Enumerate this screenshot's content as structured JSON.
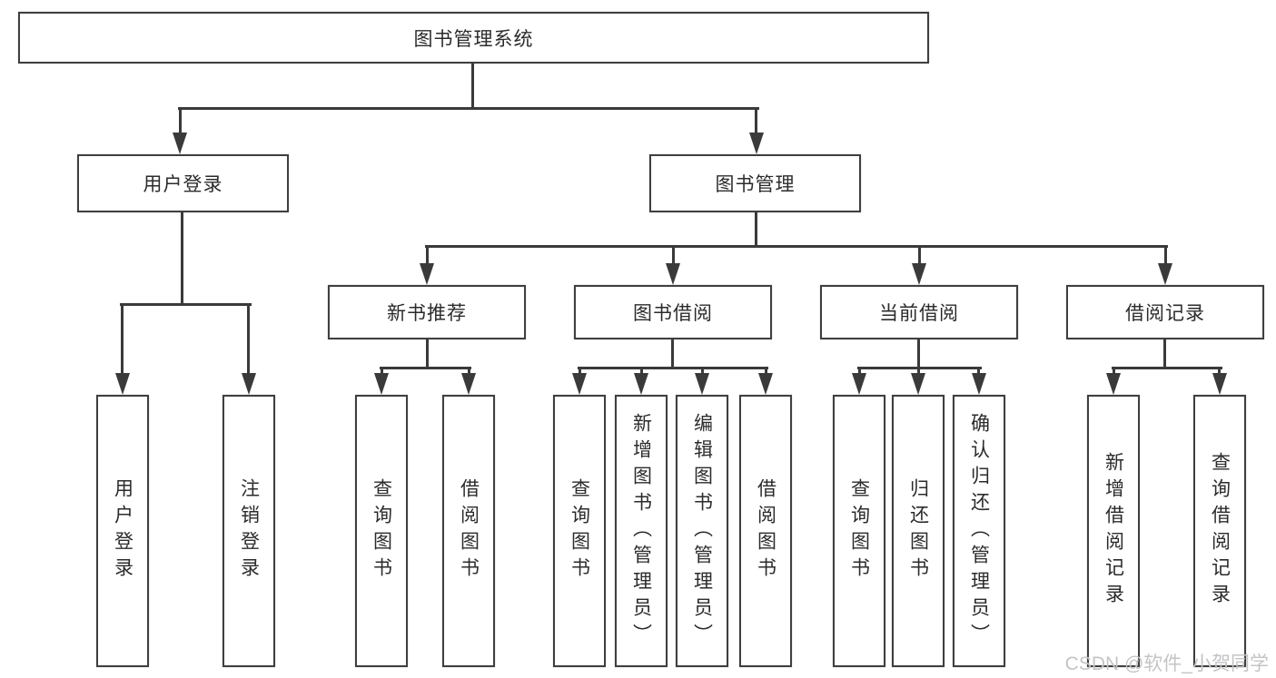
{
  "diagram_type": "function-structure-tree",
  "colors": {
    "line": "#3a3a3a",
    "box_border": "#3f3f3f",
    "text": "#2b2b2b",
    "watermark": "#c4c4c7",
    "background": "#ffffff"
  },
  "tree": {
    "root": {
      "label": "图书管理系统"
    },
    "branches": [
      {
        "label": "用户登录",
        "children": [
          {
            "label": "用户登录"
          },
          {
            "label": "注销登录"
          }
        ]
      },
      {
        "label": "图书管理",
        "children": [
          {
            "label": "新书推荐",
            "children": [
              {
                "label": "查询图书"
              },
              {
                "label": "借阅图书"
              }
            ]
          },
          {
            "label": "图书借阅",
            "children": [
              {
                "label": "查询图书"
              },
              {
                "label": "新增图书（管理员）"
              },
              {
                "label": "编辑图书（管理员）"
              },
              {
                "label": "借阅图书"
              }
            ]
          },
          {
            "label": "当前借阅",
            "children": [
              {
                "label": "查询图书"
              },
              {
                "label": "归还图书"
              },
              {
                "label": "确认归还（管理员）"
              }
            ]
          },
          {
            "label": "借阅记录",
            "children": [
              {
                "label": "新增借阅记录"
              },
              {
                "label": "查询借阅记录"
              }
            ]
          }
        ]
      }
    ]
  },
  "watermark": {
    "text": "CSDN @软件_小贺同学"
  }
}
